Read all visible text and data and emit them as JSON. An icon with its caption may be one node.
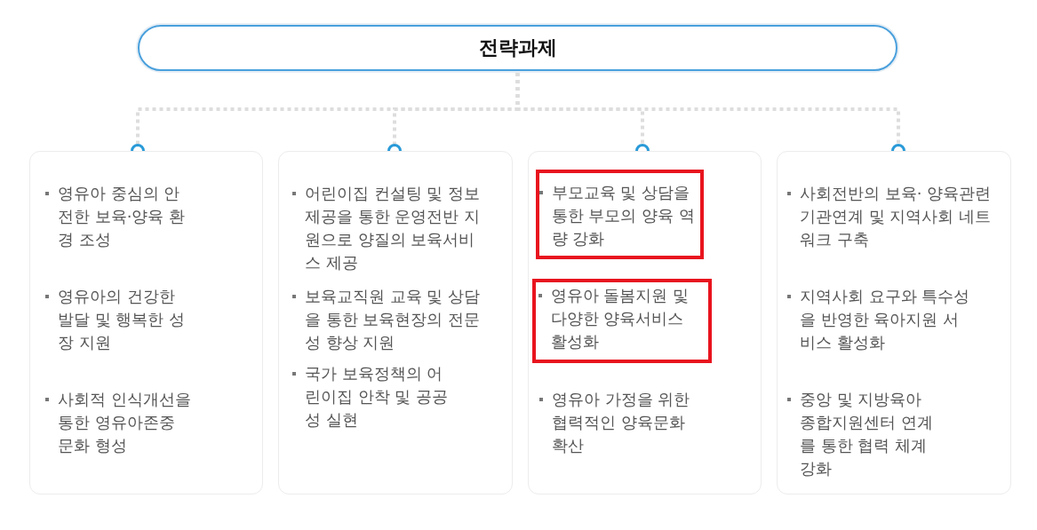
{
  "diagram": {
    "nodes": [
      {
        "text": [
          "전략과제"
        ]
      },
      {
        "text": [
          "영유아 중심의 안전한 보육·양육 환경 조성",
          "영유아의 건강한 발달 및 행복한 성장 지원",
          "사회적 인식개선을 통한 영유아존중 문화 형성"
        ]
      },
      {
        "text": [
          "어린이집 컨설팅 및 정보제공을 통한 운영전반 지원으로 양질의 보육서비스 제공",
          "보육교직원 교육 및 상담을 통한 보육현장의 전문성 향상 지원",
          "국가 보육정책의 어린이집 안착 및 공공성 실현"
        ]
      },
      {
        "text": [
          "영유아 가정을 위한 협력적인 양육문화 확산"
        ]
      },
      {
        "text": [
          "부모교육 및 상담을 통한 부모의 양육 역량 강화"
        ],
        "in": 3
      },
      {
        "text": [
          "영유아 돌봄지원 및 다양한 양육서비스 활성화"
        ],
        "in": 3
      },
      {
        "text": [
          "사회전반의 보육· 양육관련 기관연계 및 지역사회 네트워크 구축",
          "지역사회 요구와 특수성을 반영한 육아지원 서비스 활성화",
          "중앙 및 지방육아 종합지원센터 연계를 통한 협력 체계 강화"
        ]
      }
    ],
    "edges": [
      {
        "from": 0,
        "to": 1,
        "arrow": "other",
        "style": "dashed"
      },
      {
        "from": 0,
        "to": 2,
        "arrow": "other",
        "style": "dashed"
      },
      {
        "from": 0,
        "to": 3,
        "arrow": "other",
        "style": "dashed"
      },
      {
        "from": 0,
        "to": 6,
        "arrow": "other",
        "style": "dashed"
      }
    ]
  }
}
